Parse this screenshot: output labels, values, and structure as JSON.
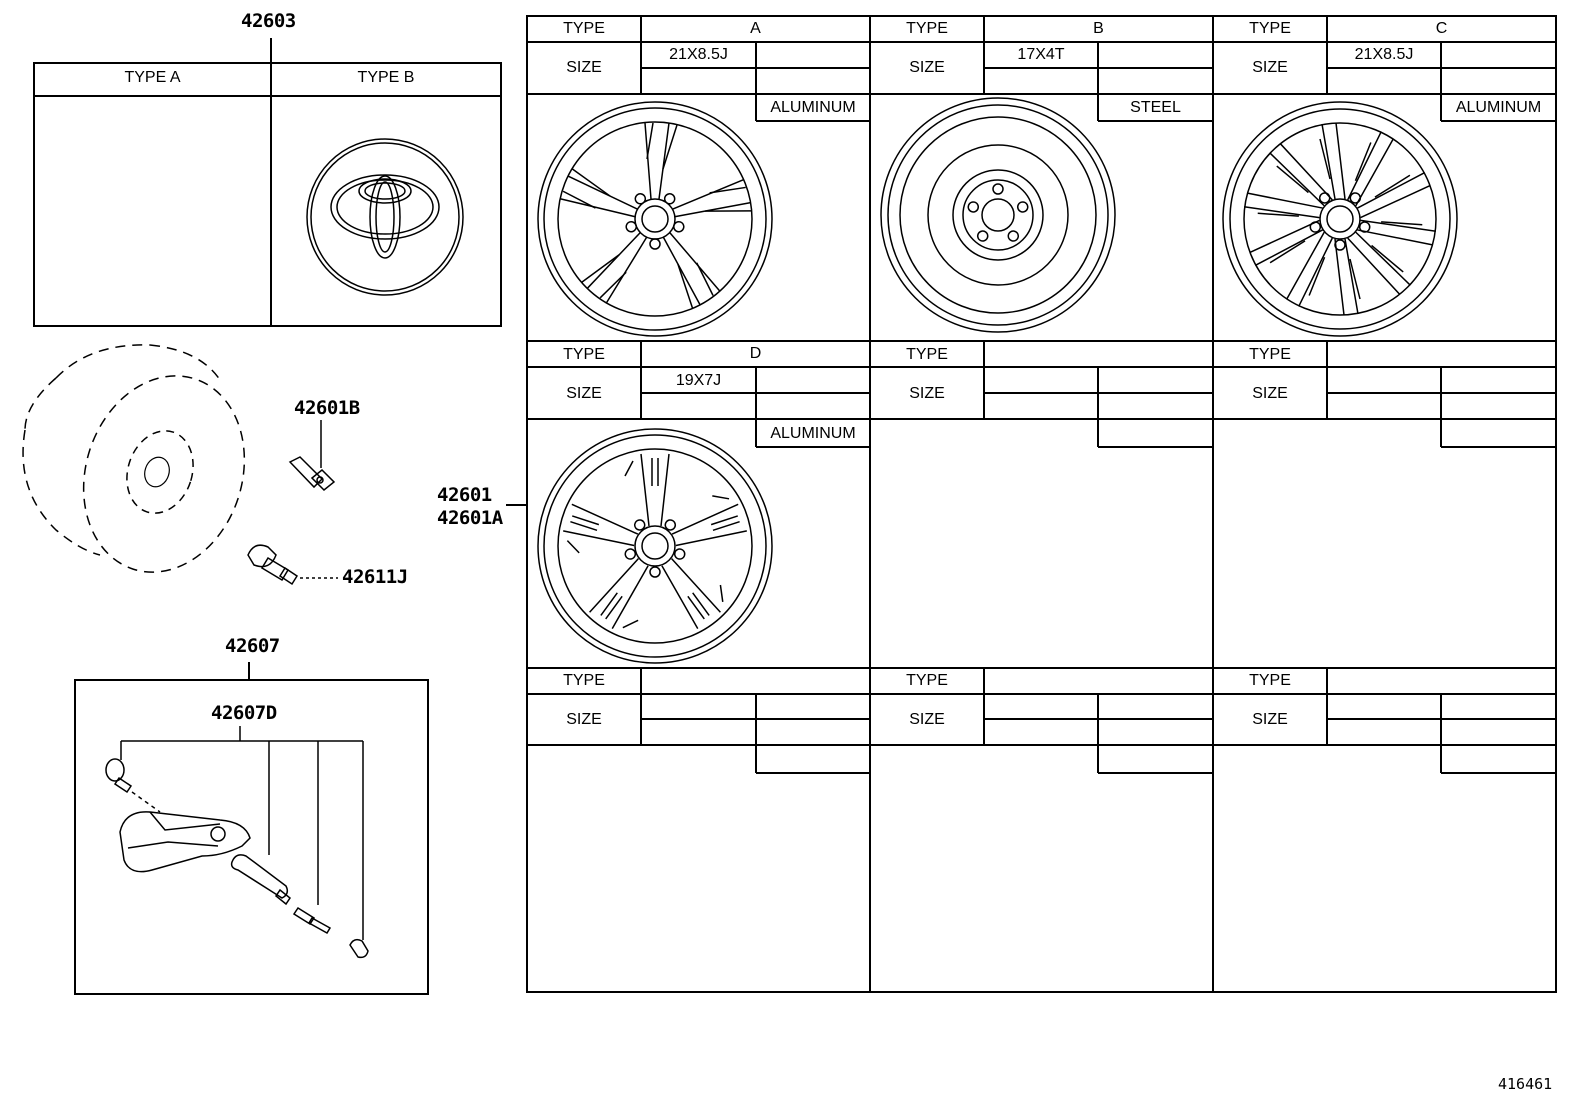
{
  "callouts": {
    "cap_part": "42603",
    "valve_b": "42601B",
    "valve_j": "42611J",
    "tpms_part": "42607",
    "tpms_sub": "42607D",
    "wheel_part_1": "42601",
    "wheel_part_2": "42601A",
    "diagram_no": "416461"
  },
  "cap_table": {
    "type_a": "TYPE A",
    "type_b": "TYPE B"
  },
  "labels": {
    "type": "TYPE",
    "size": "SIZE"
  },
  "wheels": [
    {
      "type": "A",
      "size": "21X8.5J",
      "material": "ALUMINUM"
    },
    {
      "type": "B",
      "size": "17X4T",
      "material": "STEEL"
    },
    {
      "type": "C",
      "size": "21X8.5J",
      "material": "ALUMINUM"
    },
    {
      "type": "D",
      "size": "19X7J",
      "material": "ALUMINUM"
    }
  ]
}
